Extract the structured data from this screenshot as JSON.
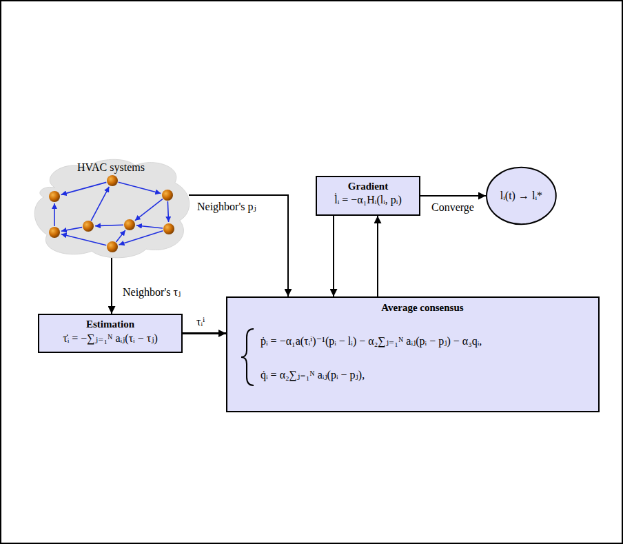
{
  "diagram": {
    "nodes": [
      {
        "text": [
          "HVAC systems"
        ]
      },
      {
        "text": [
          "Gradient",
          "l̇ᵢ = −α₁Hᵢ(lᵢ, pᵢ)"
        ]
      },
      {
        "text": [
          "lᵢ(t) → lᵢ*"
        ]
      },
      {
        "text": [
          "Estimation",
          "τ̇ᵢ = −∑ⱼ₌₁ᴺ aᵢⱼ(τᵢ − τⱼ)"
        ]
      },
      {
        "text": [
          "Average consensus",
          "ṗᵢ = −α₁a(τᵢⁱ)⁻¹(pᵢ − lᵢ) − α₂∑ⱼ₌₁ᴺ aᵢⱼ(pᵢ − pⱼ) − α₃qᵢ,",
          "q̇ᵢ = α₂∑ⱼ₌₁ᴺ aᵢⱼ(pᵢ − pⱼ),"
        ]
      }
    ],
    "edges": [
      {
        "from": 0,
        "to": 4,
        "label": "Neighbor's pⱼ",
        "arrow": "to"
      },
      {
        "from": 0,
        "to": 3,
        "label": "Neighbor's τⱼ",
        "arrow": "to"
      },
      {
        "from": 3,
        "to": 4,
        "label": "τᵢⁱ",
        "arrow": "to"
      },
      {
        "from": 1,
        "to": 4,
        "arrow": "to"
      },
      {
        "from": 4,
        "to": 1,
        "arrow": "to"
      },
      {
        "from": 1,
        "to": 2,
        "label": "Converge",
        "arrow": "to"
      }
    ]
  }
}
